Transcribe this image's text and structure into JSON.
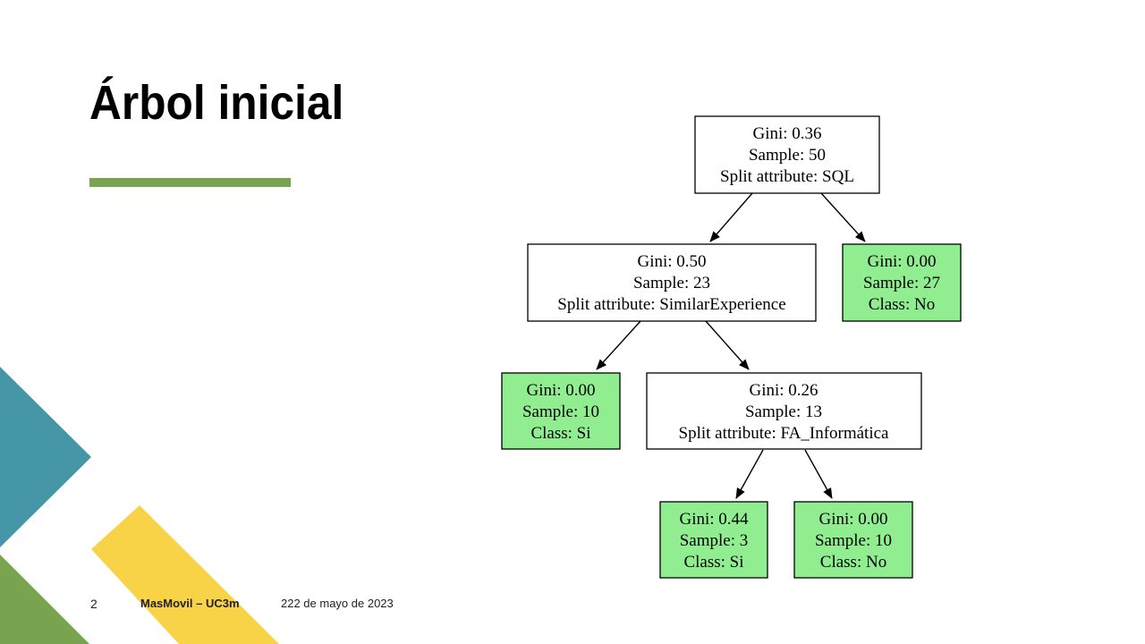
{
  "slide": {
    "title": "Árbol inicial",
    "number": "2",
    "organization": "MasMovil – UC3m",
    "date": "222 de mayo de 2023"
  },
  "colors": {
    "accent_green": "#79a44f",
    "teal": "#4596a6",
    "yellow": "#f8d347",
    "leaf_fill": "#90ee90"
  },
  "tree": {
    "root": {
      "lines": [
        "Gini: 0.36",
        "Sample: 50",
        "Split attribute: SQL"
      ]
    },
    "n1": {
      "lines": [
        "Gini: 0.50",
        "Sample: 23",
        "Split attribute: SimilarExperience"
      ]
    },
    "n2": {
      "lines": [
        "Gini: 0.00",
        "Sample: 27",
        "Class: No"
      ]
    },
    "n3": {
      "lines": [
        "Gini: 0.00",
        "Sample: 10",
        "Class: Si"
      ]
    },
    "n4": {
      "lines": [
        "Gini: 0.26",
        "Sample: 13",
        "Split attribute: FA_Informática"
      ]
    },
    "n5": {
      "lines": [
        "Gini: 0.44",
        "Sample: 3",
        "Class: Si"
      ]
    },
    "n6": {
      "lines": [
        "Gini: 0.00",
        "Sample: 10",
        "Class: No"
      ]
    }
  }
}
